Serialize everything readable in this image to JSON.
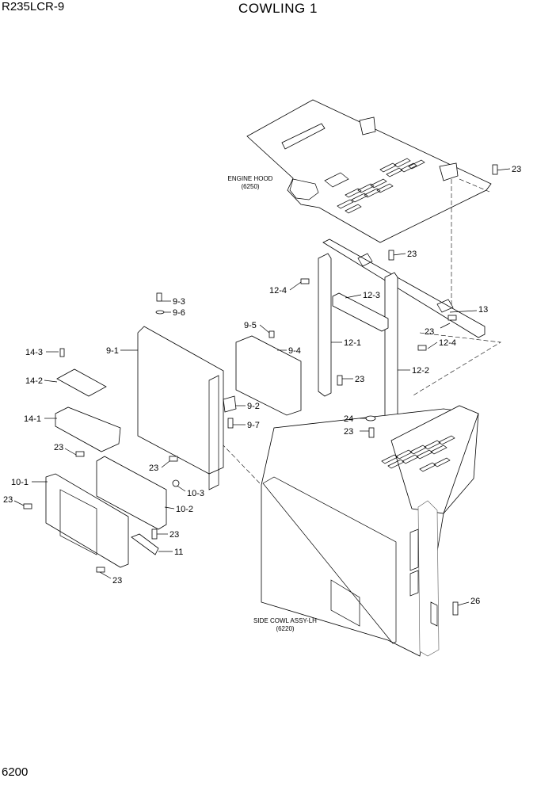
{
  "header": {
    "model": "R235LCR-9",
    "title": "COWLING 1"
  },
  "footer": {
    "page_number": "6200"
  },
  "notes": {
    "engine_hood": {
      "line1": "ENGINE HOOD",
      "line2": "(6250)"
    },
    "side_cowl": {
      "line1": "SIDE COWL ASSY-LH",
      "line2": "(6220)"
    }
  },
  "callouts": {
    "c23_hood": "23",
    "c23_beam": "23",
    "c13": "13",
    "c23_frame": "23",
    "c12_4_top": "12-4",
    "c12_3": "12-3",
    "c12_1": "12-1",
    "c12_4_right": "12-4",
    "c12_2": "12-2",
    "c23_post": "23",
    "c24": "24",
    "c23_cowl": "23",
    "c9_3": "9-3",
    "c9_6": "9-6",
    "c9_5": "9-5",
    "c9_1": "9-1",
    "c9_4": "9-4",
    "c9_2": "9-2",
    "c9_7": "9-7",
    "c14_3": "14-3",
    "c14_2": "14-2",
    "c14_1": "14-1",
    "c23_left": "23",
    "c23_mid": "23",
    "c10_3": "10-3",
    "c10_1": "10-1",
    "c10_2": "10-2",
    "c23_far": "23",
    "c23_br": "23",
    "c11": "11",
    "c23_bottom": "23",
    "c26": "26"
  }
}
